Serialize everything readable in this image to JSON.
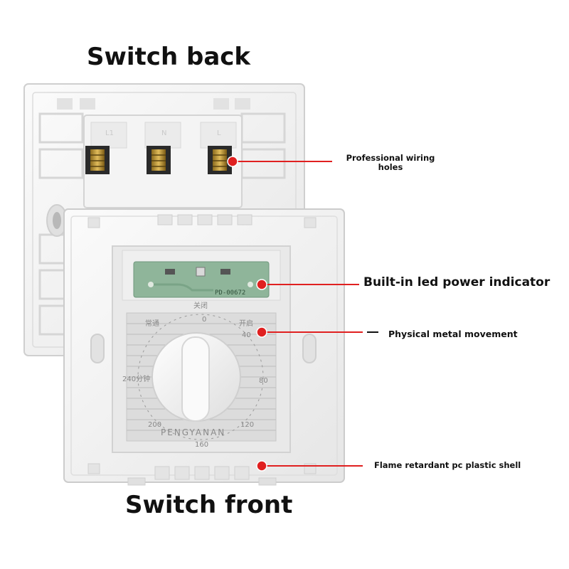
{
  "titles": {
    "back": "Switch back",
    "front": "Switch front"
  },
  "callouts": {
    "wiring": "Professional wiring holes",
    "led": "Built-in led power indicator",
    "movement": "Physical metal movement",
    "shell": "Flame retardant pc plastic shell"
  },
  "product": {
    "pcb_label": "PD-00672",
    "brand": "PENGYANAN",
    "terminal_labels": [
      "L1",
      "N",
      "L"
    ],
    "dial_off_label": "关闭",
    "dial_on_label": "开启",
    "dial_always_label": "常通",
    "dial_240_label": "240分钟",
    "dial_numbers": [
      "0",
      "40",
      "80",
      "120",
      "160",
      "200",
      "240"
    ]
  },
  "colors": {
    "marker": "#e02020",
    "plate": "#f1f1f1",
    "pcb": "#8fb59a"
  }
}
